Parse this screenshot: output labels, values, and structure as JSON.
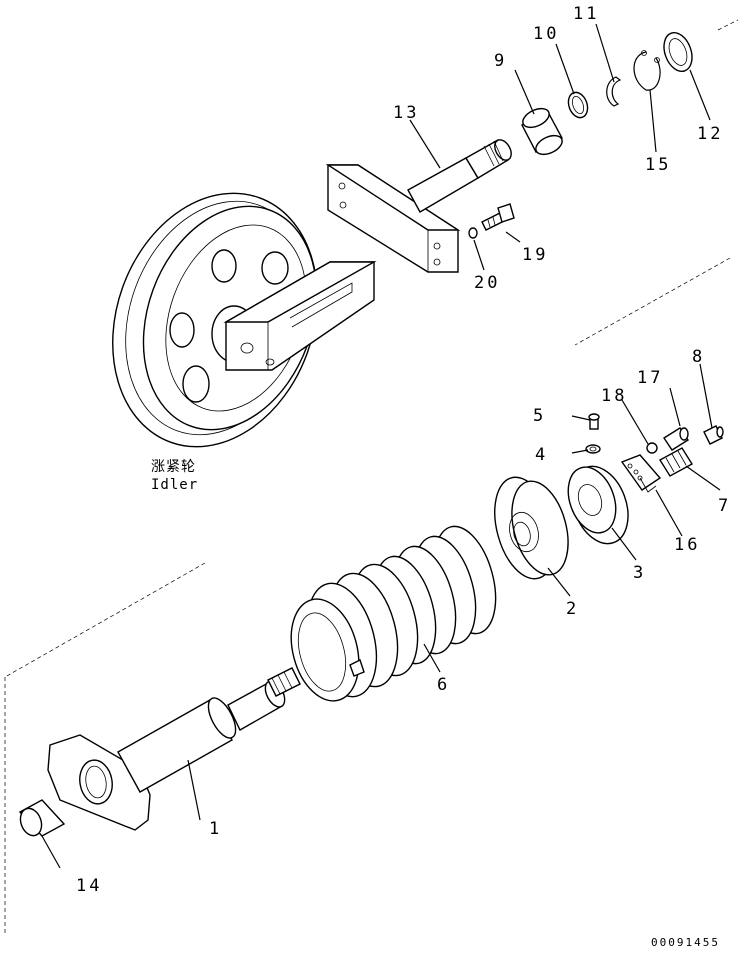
{
  "callouts": [
    "1",
    "2",
    "3",
    "4",
    "5",
    "6",
    "7",
    "8",
    "9",
    "10",
    "11",
    "12",
    "13",
    "14",
    "15",
    "16",
    "17",
    "18",
    "19",
    "20"
  ],
  "idler_caption": {
    "chinese": "涨紧轮",
    "english": "Idler"
  },
  "drawing_code": "00091455"
}
